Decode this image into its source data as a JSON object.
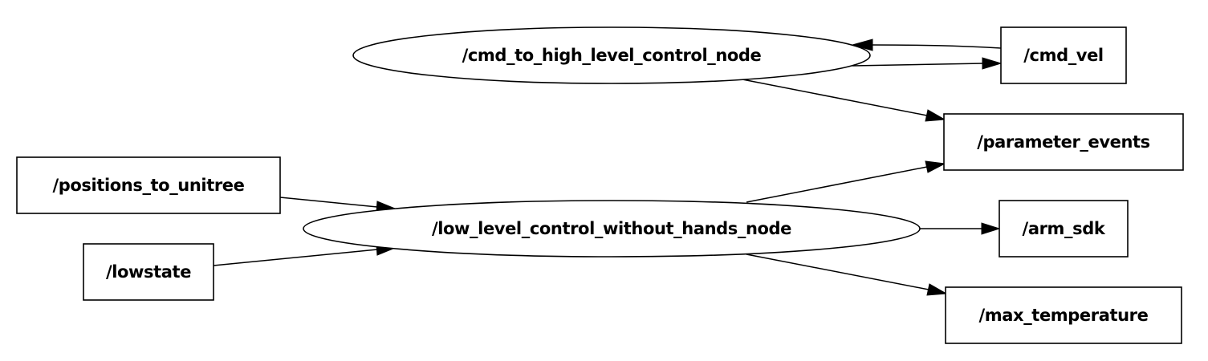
{
  "graph": {
    "nodes": [
      {
        "id": "cmd_to_high",
        "type": "ellipse",
        "label": "/cmd_to_high_level_control_node"
      },
      {
        "id": "low_level",
        "type": "ellipse",
        "label": "/low_level_control_without_hands_node"
      },
      {
        "id": "cmd_vel",
        "type": "box",
        "label": "/cmd_vel"
      },
      {
        "id": "parameter_events",
        "type": "box",
        "label": "/parameter_events"
      },
      {
        "id": "positions_to_unitree",
        "type": "box",
        "label": "/positions_to_unitree"
      },
      {
        "id": "lowstate",
        "type": "box",
        "label": "/lowstate"
      },
      {
        "id": "arm_sdk",
        "type": "box",
        "label": "/arm_sdk"
      },
      {
        "id": "max_temperature",
        "type": "box",
        "label": "/max_temperature"
      }
    ],
    "edges": [
      {
        "from": "cmd_vel",
        "to": "cmd_to_high"
      },
      {
        "from": "cmd_to_high",
        "to": "cmd_vel"
      },
      {
        "from": "cmd_to_high",
        "to": "parameter_events"
      },
      {
        "from": "low_level",
        "to": "parameter_events"
      },
      {
        "from": "positions_to_unitree",
        "to": "low_level"
      },
      {
        "from": "lowstate",
        "to": "low_level"
      },
      {
        "from": "low_level",
        "to": "arm_sdk"
      },
      {
        "from": "low_level",
        "to": "max_temperature"
      }
    ]
  }
}
